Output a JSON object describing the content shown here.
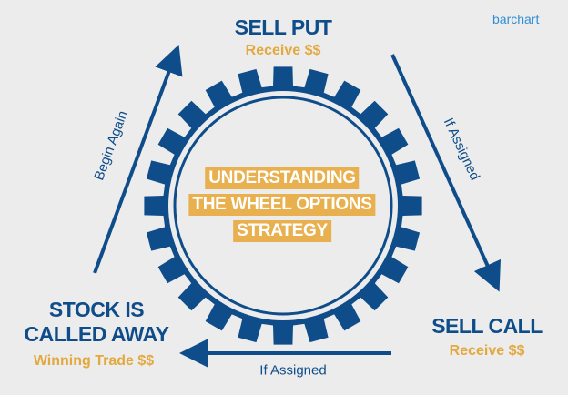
{
  "brand": "barchart",
  "center": {
    "lines": [
      "UNDERSTANDING",
      "THE WHEEL OPTIONS",
      "STRATEGY"
    ]
  },
  "steps": {
    "sell_put": {
      "title": "SELL PUT",
      "subtitle": "Receive $$"
    },
    "sell_call": {
      "title": "SELL CALL",
      "subtitle": "Receive $$"
    },
    "called_away": {
      "title_lines": [
        "STOCK IS",
        "CALLED AWAY"
      ],
      "subtitle": "Winning Trade $$"
    }
  },
  "arrows": {
    "begin_again": "Begin Again",
    "if_assigned_right": "If Assigned",
    "if_assigned_bottom": "If Assigned"
  },
  "colors": {
    "navy": "#0f4c8a",
    "gold": "#e8b04e",
    "background": "#ececec",
    "brand": "#2f8fd6"
  }
}
